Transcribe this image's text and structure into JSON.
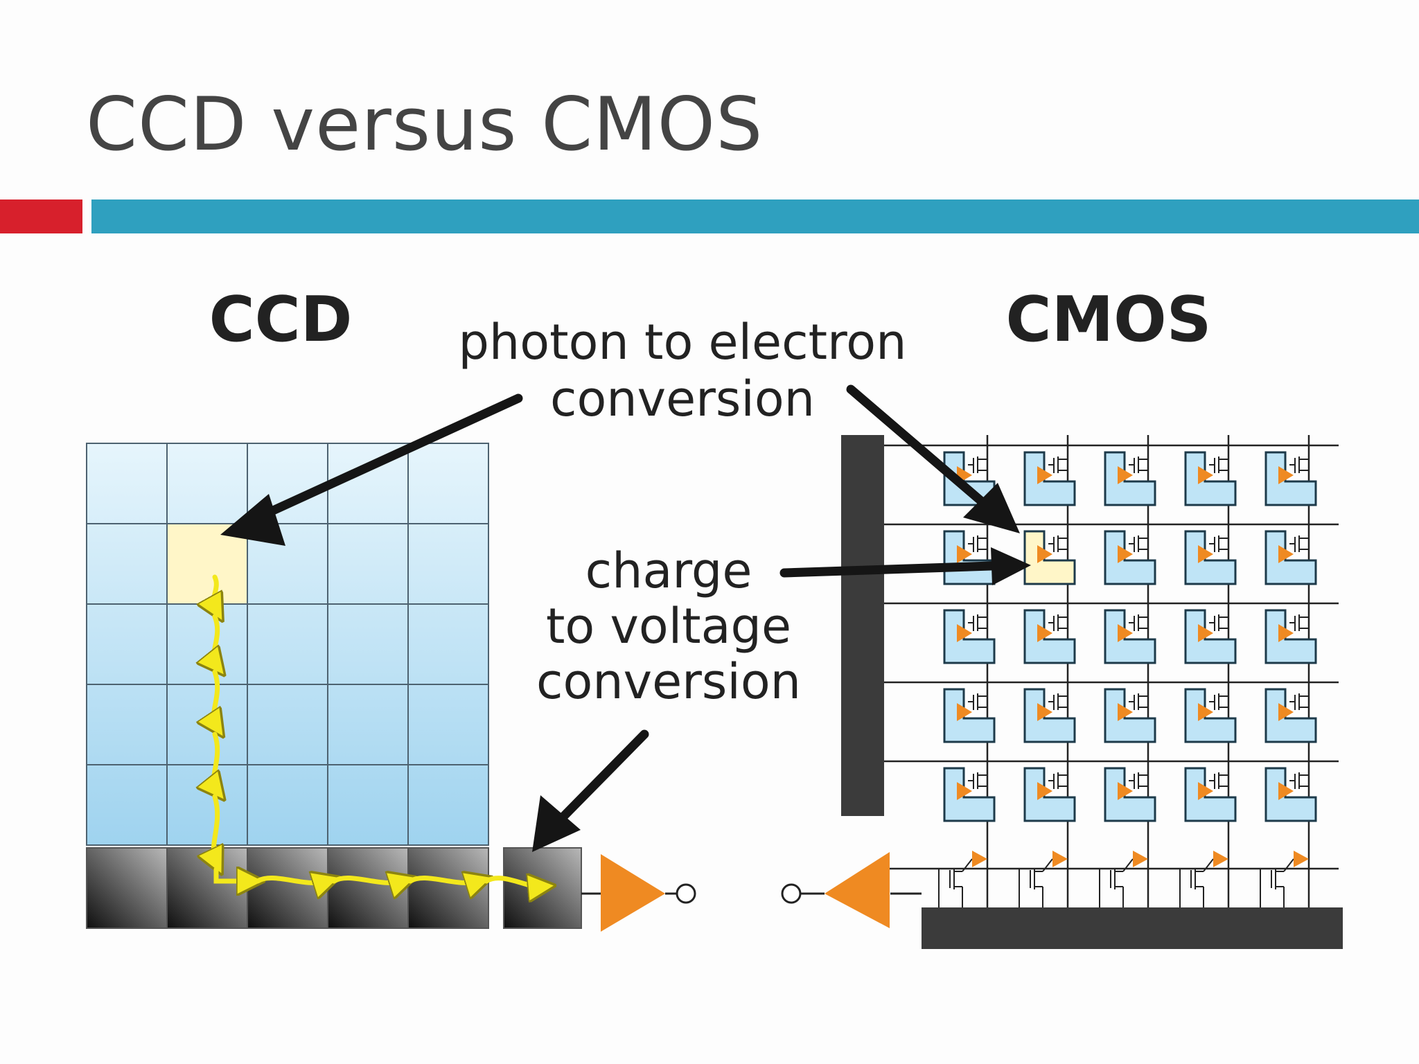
{
  "slide": {
    "title": "CCD versus CMOS",
    "accent_colors": {
      "red": "#d7202c",
      "blue": "#2fa0bf"
    }
  },
  "diagram": {
    "ccd_label": "CCD",
    "cmos_label": "CMOS",
    "photon_label_line1": "photon to electron",
    "photon_label_line2": "conversion",
    "charge_label_line1": "charge",
    "charge_label_line2": "to voltage",
    "charge_label_line3": "conversion",
    "ccd_grid": {
      "columns": 5,
      "pixel_rows": 5,
      "readout_rows": 1
    },
    "cmos_grid": {
      "columns": 5,
      "rows": 5
    },
    "colors": {
      "pixel_blue": "#bfe4f6",
      "highlight_pixel": "#fff6c8",
      "charge_path": "#f3e81c",
      "amplifier": "#ef8a22",
      "bus": "#3b3b3b",
      "arrow": "#151515"
    },
    "icons": [
      "ccd-pixel-grid",
      "cmos-pixel-grid",
      "amplifier-triangle-icon",
      "output-node-icon",
      "pointer-arrow-icon"
    ]
  }
}
